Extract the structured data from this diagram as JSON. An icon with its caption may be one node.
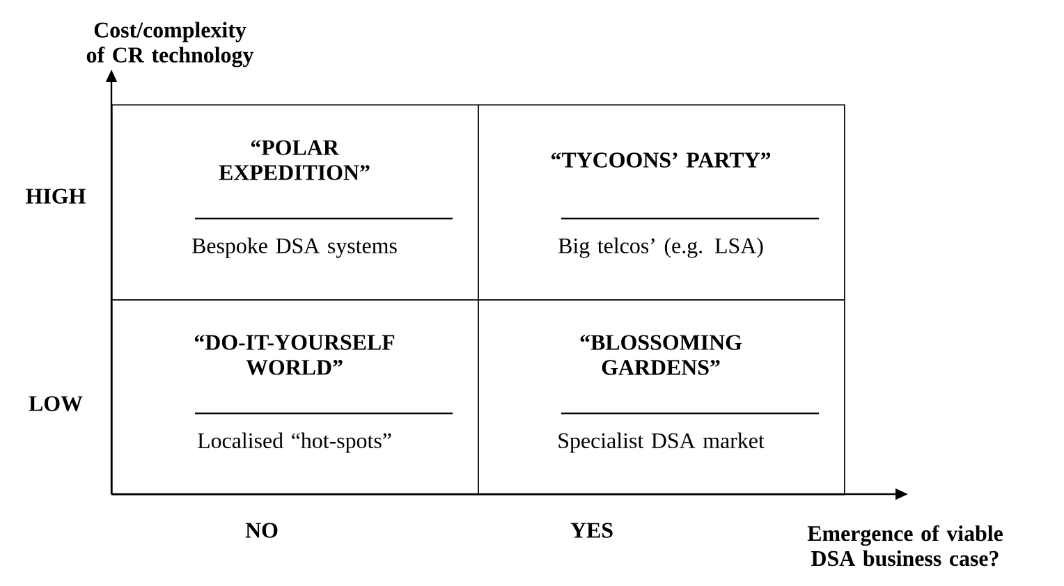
{
  "diagram": {
    "nodes": [
      {
        "text": [
          "“POLAR EXPEDITION”",
          "Bespoke DSA systems"
        ]
      },
      {
        "text": [
          "“TYCOONS’ PARTY”",
          "Big telcos’ (e.g. LSA)"
        ]
      },
      {
        "text": [
          "“DO-IT-YOURSELF WORLD”",
          "Localised “hot-spots”"
        ]
      },
      {
        "text": [
          "“BLOSSOMING GARDENS”",
          "Specialist DSA market"
        ]
      }
    ],
    "labels": [
      "Cost/complexity of CR technology",
      "HIGH",
      "LOW",
      "NO",
      "YES",
      "Emergence of viable DSA business case?"
    ]
  }
}
